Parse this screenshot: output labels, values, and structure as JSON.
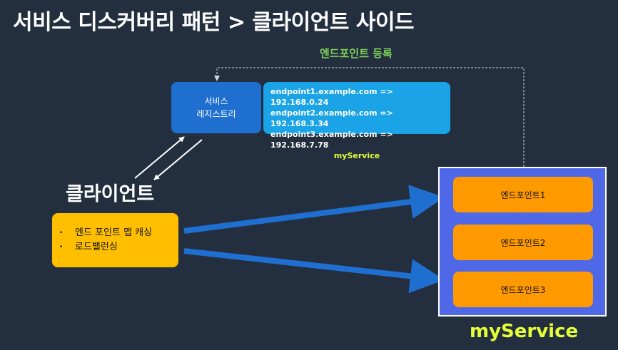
{
  "title": "서비스 디스커버리 패턴 > 클라이언트 사이드",
  "registration_label": "엔드포인트 등록",
  "registry": {
    "line1": "서비스",
    "line2": "레지스트리"
  },
  "endpoint_list": {
    "entries": [
      "endpoint1.example.com => 192.168.0.24",
      "endpoint2.example.com => 192.168.3.34",
      "endpoint3.example.com => 192.168.7.78"
    ],
    "service": "myService"
  },
  "client": {
    "label": "클라이언트",
    "features": [
      "엔드 포인트 맵 캐싱",
      "로드밸런싱"
    ],
    "bullet": "•"
  },
  "service": {
    "name": "myService",
    "endpoints": [
      "엔드포인트1",
      "엔드포인트2",
      "엔드포인트3"
    ]
  },
  "colors": {
    "background": "#232f3e",
    "registry": "#1f6fd1",
    "endpoint_box": "#1aa3e6",
    "client_box": "#ffbf00",
    "service_frame": "#4f68e8",
    "endpoint_node": "#ff9900",
    "highlight_text": "#e7ff3a",
    "registration_label": "#7fd35a",
    "arrow": "#1f6fd1"
  }
}
